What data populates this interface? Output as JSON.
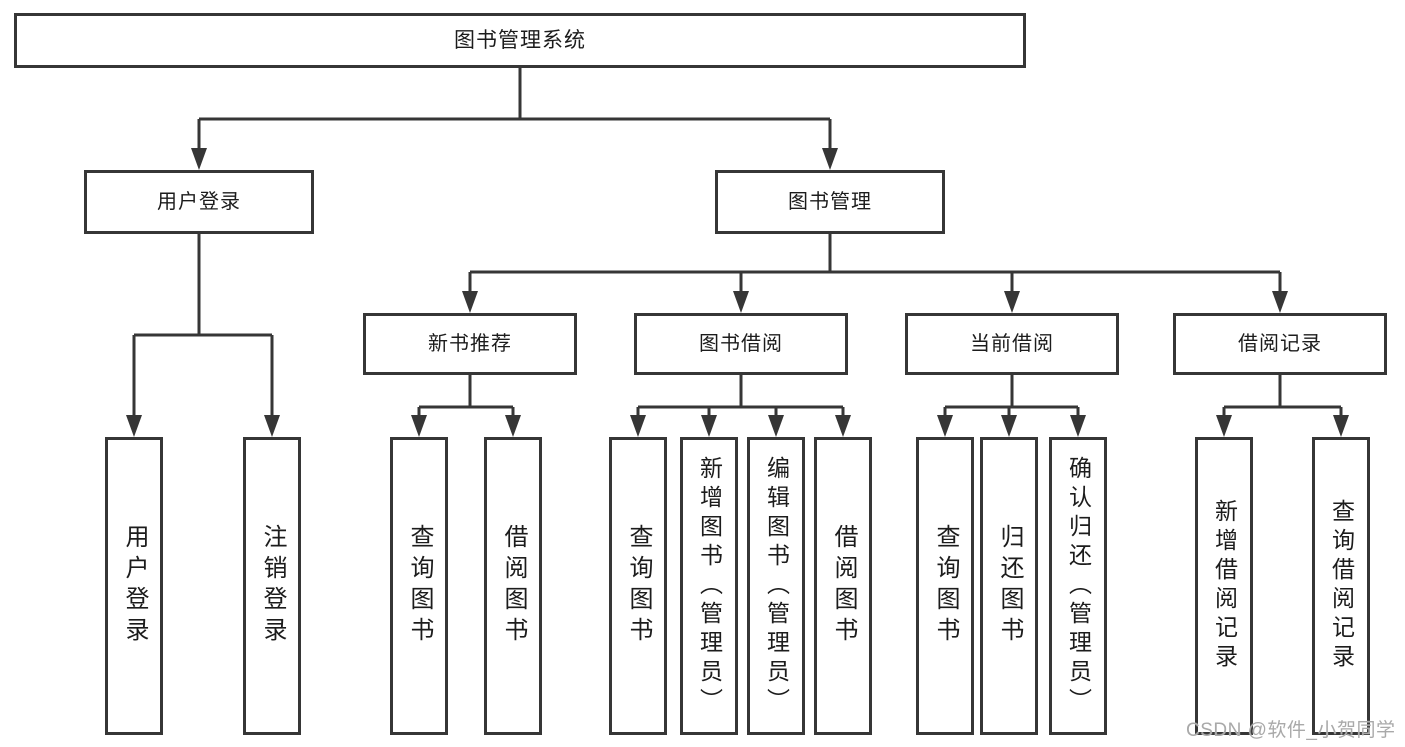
{
  "tree": {
    "root": {
      "label": "图书管理系统"
    },
    "branches": [
      {
        "label": "用户登录",
        "children": [
          {
            "label": "用户登录"
          },
          {
            "label": "注销登录"
          }
        ]
      },
      {
        "label": "图书管理",
        "children": [
          {
            "label": "新书推荐",
            "children": [
              {
                "label": "查询图书"
              },
              {
                "label": "借阅图书"
              }
            ]
          },
          {
            "label": "图书借阅",
            "children": [
              {
                "label": "查询图书"
              },
              {
                "label": "新增图书（管理员）"
              },
              {
                "label": "编辑图书（管理员）"
              },
              {
                "label": "借阅图书"
              }
            ]
          },
          {
            "label": "当前借阅",
            "children": [
              {
                "label": "查询图书"
              },
              {
                "label": "归还图书"
              },
              {
                "label": "确认归还（管理员）"
              }
            ]
          },
          {
            "label": "借阅记录",
            "children": [
              {
                "label": "新增借阅记录"
              },
              {
                "label": "查询借阅记录"
              }
            ]
          }
        ]
      }
    ]
  },
  "watermark": {
    "text": "CSDN @软件_小贺同学"
  },
  "colors": {
    "line": "#363636",
    "text": "#1c1c1c",
    "background": "#ffffff",
    "watermark": "#a9a9a9"
  }
}
